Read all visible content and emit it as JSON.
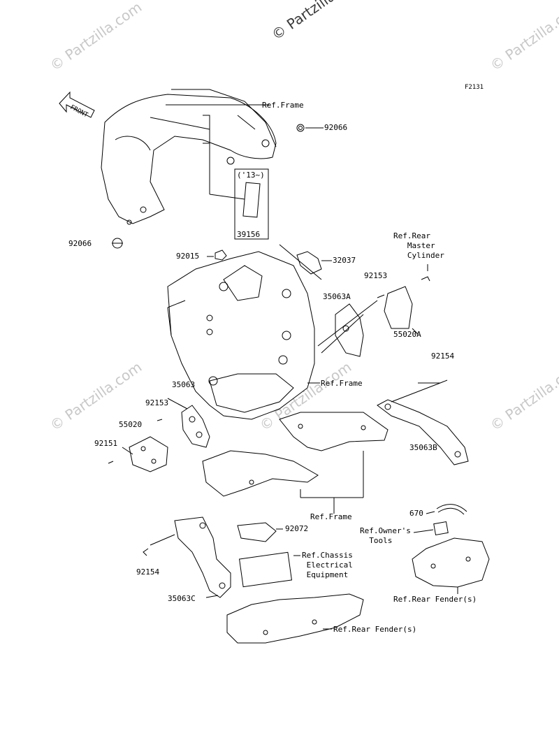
{
  "watermarks": {
    "main": "© Partzilla.com",
    "tile": "© Partzilla.com"
  },
  "figure_code": "F2131",
  "front_arrow": "FRONT",
  "year_note": "('13~)",
  "labels": {
    "ref_frame_top": "Ref.Frame",
    "p92066_top": "92066",
    "p92066_left": "92066",
    "p39156": "39156",
    "p92015": "92015",
    "p32037": "32037",
    "ref_rear_master": "Ref.Rear\n   Master\n   Cylinder",
    "p92153_right": "92153",
    "p35063A": "35063A",
    "p55020A": "55020A",
    "ref_frame_mid": "Ref.Frame",
    "p92154_right": "92154",
    "p35063": "35063",
    "p92153_left": "92153",
    "p55020": "55020",
    "p92151": "92151",
    "p35063B": "35063B",
    "ref_frame_low": "Ref.Frame",
    "p670": "670",
    "p92072": "92072",
    "ref_owners_tools": "Ref.Owner's\n  Tools",
    "ref_chassis": "Ref.Chassis\n Electrical\n Equipment",
    "p92154_left": "92154",
    "p35063C": "35063C",
    "ref_rear_fender_right": "Ref.Rear Fender(s)",
    "ref_rear_fender_bottom": "Ref.Rear Fender(s)"
  },
  "colors": {
    "line": "#000000",
    "watermark": "#c8c8c8"
  }
}
